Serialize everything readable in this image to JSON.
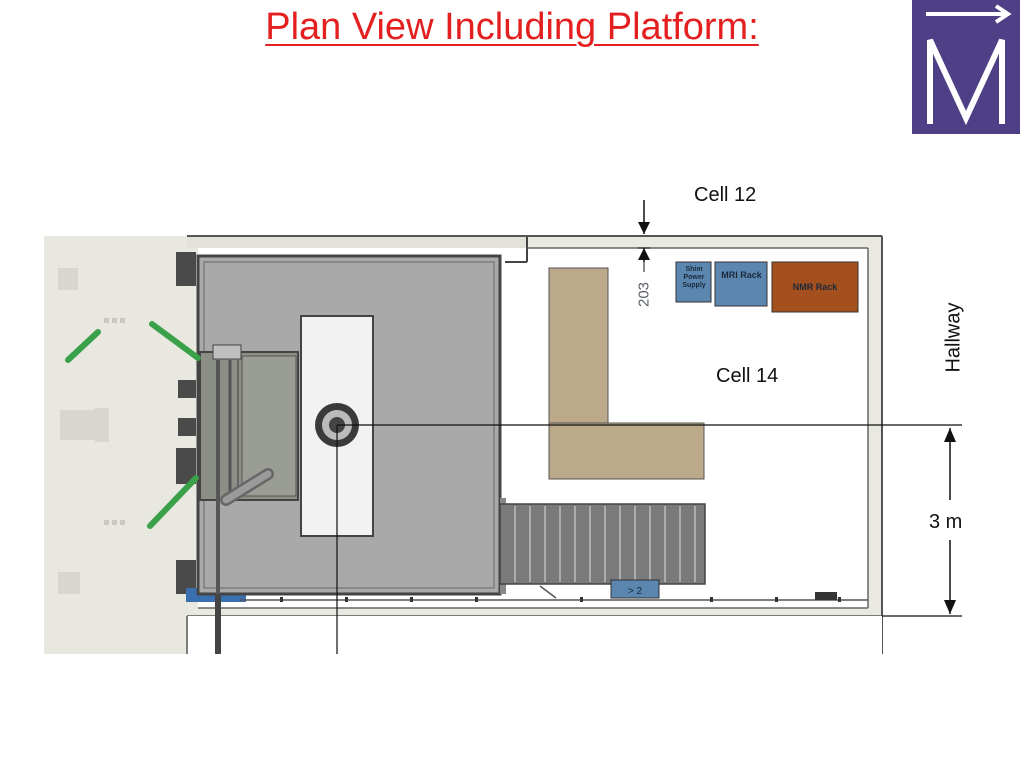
{
  "title": "Plan View Including Platform:",
  "labels": {
    "cell12": "Cell 12",
    "cell14": "Cell 14",
    "hallway": "Hallway",
    "distance": "3 m",
    "dim203": "203"
  },
  "racks": {
    "shim": "Shim Power Supply",
    "mri": "MRI Rack",
    "nmr": "NMR Rack"
  },
  "colors": {
    "title": "#e41f1f",
    "logo_bg": "#4f3f86",
    "platform": "#a9a9a9",
    "bench": "#bba98a",
    "nmr_rack": "#a4501e",
    "rack_blue": "#5b86b0",
    "green_arm": "#3aa04a"
  }
}
